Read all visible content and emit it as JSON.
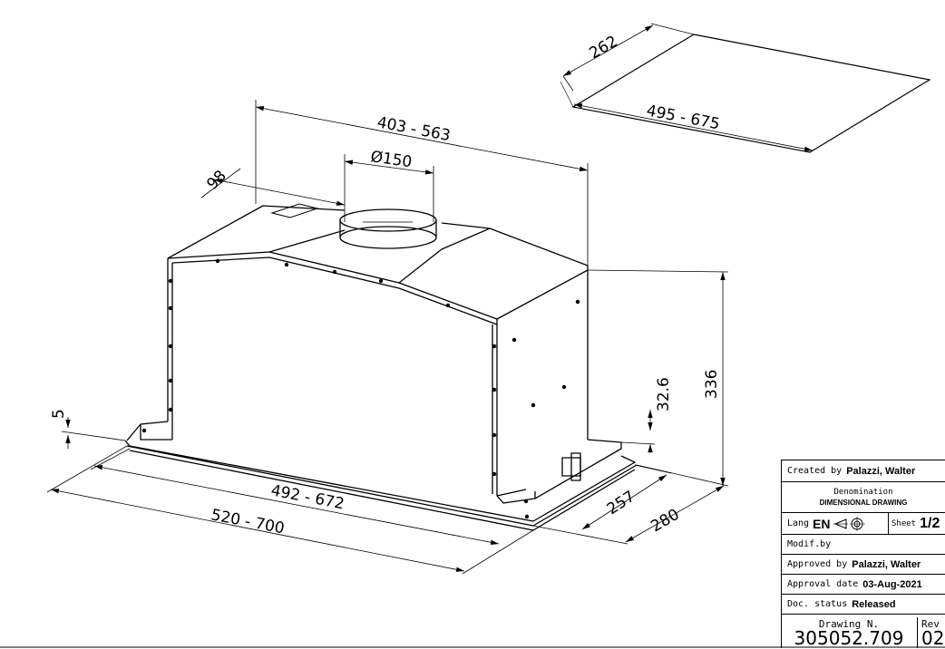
{
  "dimensions": {
    "filter_depth": "262",
    "filter_width": "495 - 675",
    "top_width": "403 - 563",
    "outlet_diameter": "Ø150",
    "outlet_offset": "98",
    "height": "336",
    "lip_height": "32.6",
    "bottom_offset": "5",
    "inner_width": "492 - 672",
    "outer_width": "520 - 700",
    "inner_depth": "257",
    "outer_depth": "280"
  },
  "title_block": {
    "created_by_label": "Created by",
    "created_by": "Palazzi, Walter",
    "denomination_label": "Denomination",
    "denomination": "DIMENSIONAL DRAWING",
    "lang_label": "Lang",
    "lang": "EN",
    "projection_icon": "first-angle-projection-icon",
    "sheet_label": "Sheet",
    "sheet": "1/2",
    "modif_label": "Modif.by",
    "approved_by_label": "Approved by",
    "approved_by": "Palazzi, Walter",
    "approval_date_label": "Approval date",
    "approval_date": "03-Aug-2021",
    "doc_status_label": "Doc. status",
    "doc_status": "Released",
    "drawing_n_label": "Drawing N.",
    "drawing_n": "305052.709",
    "rev_label": "Rev",
    "rev": "02"
  }
}
